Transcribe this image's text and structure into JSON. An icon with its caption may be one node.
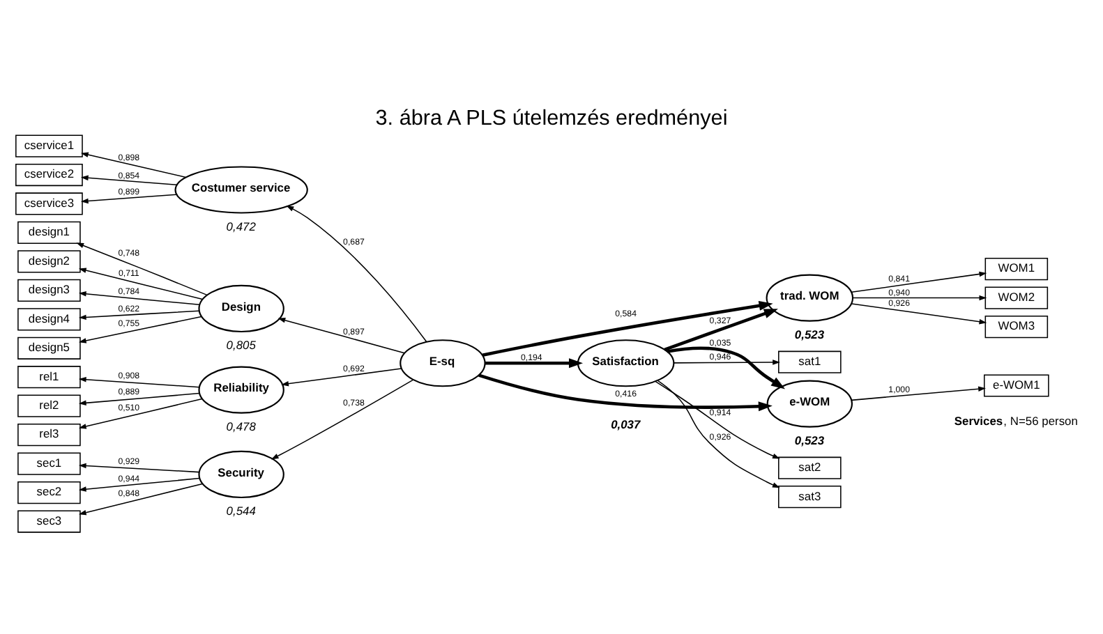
{
  "diagram": {
    "title": "3. ábra A PLS útelemzés eredményei",
    "nodes": [
      {
        "text": [
          "cservice1"
        ]
      },
      {
        "text": [
          "cservice2"
        ]
      },
      {
        "text": [
          "cservice3"
        ]
      },
      {
        "text": [
          "Costumer service"
        ],
        "beside": [
          "0,472"
        ]
      },
      {
        "text": [
          "design1"
        ]
      },
      {
        "text": [
          "design2"
        ]
      },
      {
        "text": [
          "design3"
        ]
      },
      {
        "text": [
          "design4"
        ]
      },
      {
        "text": [
          "design5"
        ]
      },
      {
        "text": [
          "Design"
        ],
        "beside": [
          "0,805"
        ]
      },
      {
        "text": [
          "rel1"
        ]
      },
      {
        "text": [
          "rel2"
        ]
      },
      {
        "text": [
          "rel3"
        ]
      },
      {
        "text": [
          "Reliability"
        ],
        "beside": [
          "0,478"
        ]
      },
      {
        "text": [
          "sec1"
        ]
      },
      {
        "text": [
          "sec2"
        ]
      },
      {
        "text": [
          "sec3"
        ]
      },
      {
        "text": [
          "Security"
        ],
        "beside": [
          "0,544"
        ]
      },
      {
        "text": [
          "E-sq"
        ]
      },
      {
        "text": [
          "trad. WOM"
        ],
        "beside": [
          "0,523"
        ]
      },
      {
        "text": [
          "Satisfaction"
        ],
        "beside": [
          "0,037"
        ]
      },
      {
        "text": [
          "e-WOM"
        ],
        "beside": [
          "0,523"
        ]
      },
      {
        "text": [
          "WOM1"
        ]
      },
      {
        "text": [
          "WOM2"
        ]
      },
      {
        "text": [
          "WOM3"
        ]
      },
      {
        "text": [
          "sat1"
        ]
      },
      {
        "text": [
          "sat2"
        ]
      },
      {
        "text": [
          "sat3"
        ]
      },
      {
        "text": [
          "e-WOM1"
        ]
      }
    ],
    "edges": [
      {
        "from": 3,
        "to": 0,
        "arrow": "to",
        "label": "0,898"
      },
      {
        "from": 3,
        "to": 1,
        "arrow": "to",
        "label": "0,854"
      },
      {
        "from": 3,
        "to": 2,
        "arrow": "to",
        "label": "0,899"
      },
      {
        "from": 9,
        "to": 4,
        "arrow": "to",
        "label": "0,748"
      },
      {
        "from": 9,
        "to": 5,
        "arrow": "to",
        "label": "0,711"
      },
      {
        "from": 9,
        "to": 6,
        "arrow": "to",
        "label": "0,784"
      },
      {
        "from": 9,
        "to": 7,
        "arrow": "to",
        "label": "0,622"
      },
      {
        "from": 9,
        "to": 8,
        "arrow": "to",
        "label": "0,755"
      },
      {
        "from": 13,
        "to": 10,
        "arrow": "to",
        "label": "0,908"
      },
      {
        "from": 13,
        "to": 11,
        "arrow": "to",
        "label": "0,889"
      },
      {
        "from": 13,
        "to": 12,
        "arrow": "to",
        "label": "0,510"
      },
      {
        "from": 17,
        "to": 14,
        "arrow": "to",
        "label": "0,929"
      },
      {
        "from": 17,
        "to": 15,
        "arrow": "to",
        "label": "0,944"
      },
      {
        "from": 17,
        "to": 16,
        "arrow": "to",
        "label": "0,848"
      },
      {
        "from": 18,
        "to": 3,
        "arrow": "to",
        "label": "0,687"
      },
      {
        "from": 18,
        "to": 9,
        "arrow": "to",
        "label": "0,897"
      },
      {
        "from": 18,
        "to": 13,
        "arrow": "to",
        "label": "0,692"
      },
      {
        "from": 18,
        "to": 17,
        "arrow": "to",
        "label": "0,738"
      },
      {
        "from": 18,
        "to": 19,
        "arrow": "to",
        "label": "0,584",
        "style": "thick"
      },
      {
        "from": 18,
        "to": 20,
        "arrow": "to",
        "label": "0,194",
        "style": "thick"
      },
      {
        "from": 18,
        "to": 21,
        "arrow": "to",
        "label": "0,416",
        "style": "thick"
      },
      {
        "from": 20,
        "to": 19,
        "arrow": "to",
        "label": "0,327",
        "style": "thick"
      },
      {
        "from": 20,
        "to": 21,
        "arrow": "to",
        "label": "0,035",
        "style": "thick"
      },
      {
        "from": 19,
        "to": 22,
        "arrow": "to",
        "label": "0,841"
      },
      {
        "from": 19,
        "to": 23,
        "arrow": "to",
        "label": "0,940"
      },
      {
        "from": 19,
        "to": 24,
        "arrow": "to",
        "label": "0,926"
      },
      {
        "from": 20,
        "to": 25,
        "arrow": "to",
        "label": "0,946"
      },
      {
        "from": 20,
        "to": 26,
        "arrow": "to",
        "label": "0,914"
      },
      {
        "from": 20,
        "to": 27,
        "arrow": "to",
        "label": "0,926"
      },
      {
        "from": 21,
        "to": 28,
        "arrow": "to",
        "label": "1,000"
      }
    ],
    "labels": [
      "**Services**, N=56 person"
    ]
  }
}
